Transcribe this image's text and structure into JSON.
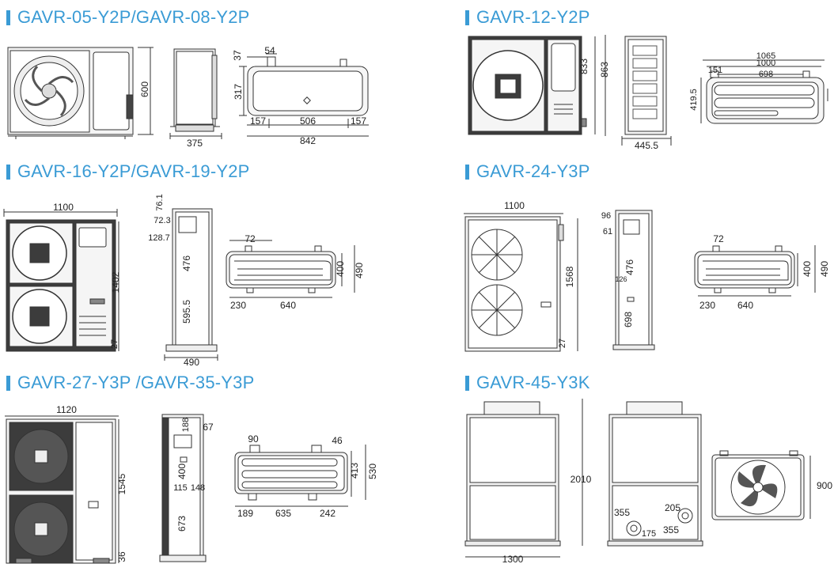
{
  "sections": [
    {
      "title": "GAVR-05-Y2P/GAVR-08-Y2P",
      "dims": {
        "d600": "600",
        "d375": "375",
        "d37": "37",
        "d54": "54",
        "d317": "317",
        "d157a": "157",
        "d506": "506",
        "d157b": "157",
        "d842": "842"
      }
    },
    {
      "title": "GAVR-12-Y2P",
      "dims": {
        "d833": "833",
        "d863": "863",
        "d4455": "445.5",
        "d1065": "1065",
        "d1000": "1000",
        "d151": "151",
        "d698": "698",
        "d4195": "419.5"
      }
    },
    {
      "title": "GAVR-16-Y2P/GAVR-19-Y2P",
      "dims": {
        "d1100": "1100",
        "d1402": "1402",
        "d27": "27",
        "d761": "76.1",
        "d723": "72.3",
        "d1287": "128.7",
        "d476": "476",
        "d5955": "595.5",
        "d490w": "490",
        "d72": "72",
        "d400": "400",
        "d490": "490",
        "d230": "230",
        "d640": "640"
      }
    },
    {
      "title": "GAVR-24-Y3P",
      "dims": {
        "d1100": "1100",
        "d1568": "1568",
        "d27": "27",
        "d96": "96",
        "d61": "61",
        "d476": "476",
        "d126": "126",
        "d698": "698",
        "d72": "72",
        "d400": "400",
        "d490": "490",
        "d230": "230",
        "d640": "640"
      }
    },
    {
      "title": "GAVR-27-Y3P /GAVR-35-Y3P",
      "dims": {
        "d1120": "1120",
        "d1545": "1545",
        "d36": "36",
        "d188": "188",
        "d67": "67",
        "d400": "400",
        "d115": "115",
        "d148": "148",
        "d673": "673",
        "d90": "90",
        "d46": "46",
        "d413": "413",
        "d530": "530",
        "d189": "189",
        "d635": "635",
        "d242": "242"
      }
    },
    {
      "title": "GAVR-45-Y3K",
      "dims": {
        "d2010": "2010",
        "d1300": "1300",
        "d355a": "355",
        "d175": "175",
        "d205": "205",
        "d355b": "355",
        "d900": "900"
      }
    }
  ],
  "colors": {
    "accent": "#3a9bd5",
    "line": "#333333",
    "fill": "#f2f2f2",
    "dark": "#3c3c3c"
  }
}
